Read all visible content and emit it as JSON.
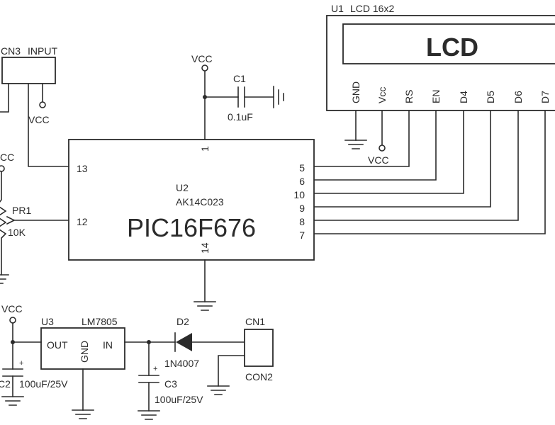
{
  "lcd": {
    "ref": "U1",
    "part": "LCD 16x2",
    "screen_text": "LCD",
    "pins": [
      "GND",
      "Vcc",
      "RS",
      "EN",
      "D4",
      "D5",
      "D6",
      "D7"
    ]
  },
  "mcu": {
    "ref": "U2",
    "code": "AK14C023",
    "part": "PIC16F676",
    "pin_vdd": "1",
    "pin_vss": "14",
    "pin_left_top": "13",
    "pin_left_mid": "12",
    "pins_right": [
      "5",
      "6",
      "10",
      "9",
      "8",
      "7"
    ]
  },
  "input_connector": {
    "ref": "CN3",
    "name": "INPUT"
  },
  "power_labels": {
    "vcc_cn3": "VCC",
    "vcc_c1": "VCC",
    "vcc_lcd": "VCC",
    "vcc_pr1": "CC",
    "vcc_reg": "VCC"
  },
  "c1": {
    "ref": "C1",
    "value": "0.1uF"
  },
  "pr1": {
    "ref": "PR1",
    "value": "10K"
  },
  "u3": {
    "ref": "U3",
    "part": "LM7805",
    "pin_out": "OUT",
    "pin_gnd": "GND",
    "pin_in": "IN"
  },
  "d2": {
    "ref": "D2",
    "part": "1N4007"
  },
  "cn1": {
    "ref": "CN1",
    "part": "CON2"
  },
  "c2": {
    "ref": "C2",
    "value": "100uF/25V",
    "polarity": "+"
  },
  "c3": {
    "ref": "C3",
    "value": "100uF/25V",
    "polarity": "+"
  }
}
